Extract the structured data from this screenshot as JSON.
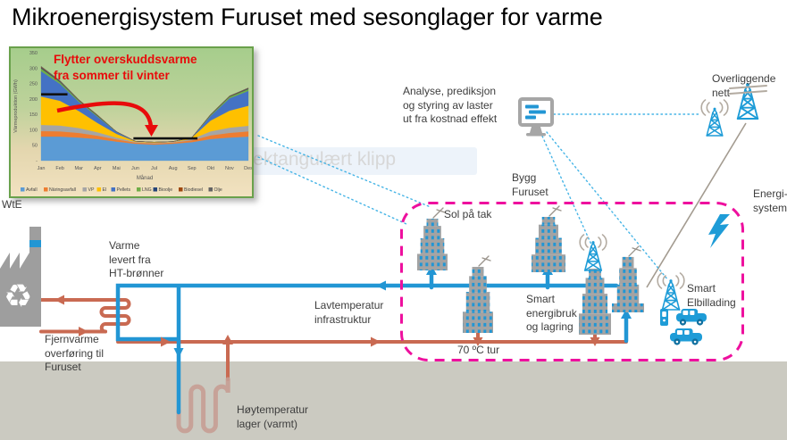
{
  "title": "Mikroenergisystem Furuset med sesonglager for varme",
  "watermark": "Rektangulært klipp",
  "labels": {
    "wte": "WtE",
    "varme_levert": "Varme\nlevert fra\nHT-brønner",
    "fjernvarme": "Fjernvarme\noverføring til\nFuruset",
    "lavtemperatur": "Lavtemperatur\ninfrastruktur",
    "hoytemperatur": "Høytemperatur\nlager (varmt)",
    "tur_70": "70 ºC tur",
    "sol_pa_tak": "Sol på tak",
    "smart_energibruk": "Smart\nenergibruk\nog lagring",
    "smart_elbillading": "Smart\nElbillading",
    "bygg_furuset": "Bygg\nFuruset",
    "analyse": "Analyse, prediksjon\nog styring av laster\nut fra kostnad effekt",
    "overliggende_nett": "Overliggende\nnett",
    "energisystem": "Energi-\nsystem"
  },
  "chart_data": {
    "type": "area",
    "stacked": true,
    "x": [
      "Jan",
      "Feb",
      "Mar",
      "Apr",
      "Mai",
      "Jun",
      "Jul",
      "Aug",
      "Sep",
      "Okt",
      "Nov",
      "Des"
    ],
    "xlabel": "Månad",
    "ylabel": "Värmeproduktion (GWh)",
    "ylim": [
      0,
      350
    ],
    "ytick_values": [
      350,
      300,
      250,
      200,
      150,
      100,
      50,
      0
    ],
    "ytick_labels": [
      "350",
      "300",
      "250",
      "200",
      "150",
      "100",
      "50",
      "-"
    ],
    "grid": false,
    "legend_position": "bottom",
    "series": [
      {
        "name": "Avfall",
        "color": "#5B9BD5",
        "values": [
          78,
          78,
          75,
          70,
          62,
          55,
          52,
          55,
          60,
          70,
          75,
          78
        ]
      },
      {
        "name": "Näringsavfall",
        "color": "#ED7D31",
        "values": [
          18,
          17,
          15,
          11,
          7,
          4,
          4,
          4,
          6,
          12,
          15,
          17
        ]
      },
      {
        "name": "VP",
        "color": "#A5A5A5",
        "values": [
          20,
          19,
          16,
          11,
          6,
          2,
          2,
          2,
          4,
          13,
          17,
          18
        ]
      },
      {
        "name": "El",
        "color": "#FFC000",
        "values": [
          92,
          80,
          55,
          30,
          12,
          2,
          2,
          1,
          5,
          35,
          55,
          65
        ]
      },
      {
        "name": "Pellets",
        "color": "#4472C4",
        "values": [
          82,
          55,
          30,
          20,
          6,
          0,
          0,
          0,
          0,
          15,
          40,
          48
        ]
      },
      {
        "name": "LNG",
        "color": "#70AD47",
        "values": [
          9,
          6,
          4,
          3,
          1,
          0,
          0,
          0,
          0,
          3,
          5,
          6
        ]
      },
      {
        "name": "Bioolje",
        "color": "#264478",
        "values": [
          3,
          2,
          1,
          1,
          0,
          0,
          0,
          0,
          0,
          1,
          1,
          2
        ]
      },
      {
        "name": "Biodiesel",
        "color": "#9E480E",
        "values": [
          2,
          1,
          1,
          1,
          0,
          0,
          0,
          0,
          0,
          1,
          1,
          1
        ]
      },
      {
        "name": "Olje",
        "color": "#636363",
        "values": [
          2,
          2,
          1,
          1,
          0,
          0,
          0,
          0,
          0,
          0,
          1,
          1
        ]
      }
    ],
    "annotation_text": "Flytter overskuddsvarme\nfra sommer til vinter",
    "annotation_lines": [
      {
        "value": 215,
        "from_month": 0,
        "to_month": 1.4
      },
      {
        "value": 72,
        "from_month": 4.9,
        "to_month": 8.3
      }
    ]
  },
  "colors": {
    "accent_blue": "#2296d4",
    "tower_blue": "#1e9cd7",
    "pipe_red": "#c96a52",
    "coil_brown": "#c69d94",
    "magenta": "#ee109e",
    "building_gray": "#a3a3a3",
    "ground": "#cbcac1",
    "dashed_connector_blue": "#45b4e6",
    "annotation_red": "#e80b0b"
  }
}
